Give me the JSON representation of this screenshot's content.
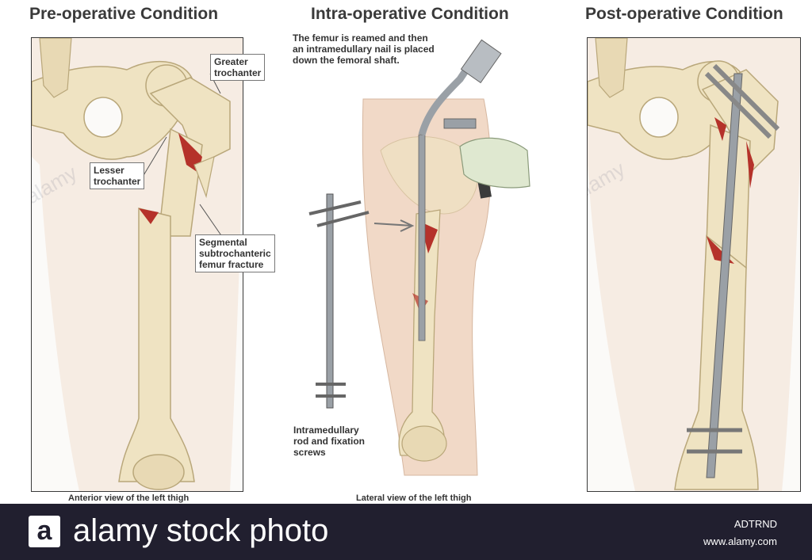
{
  "titles": {
    "pre": "Pre-operative Condition",
    "intra": "Intra-operative Condition",
    "post": "Post-operative Condition"
  },
  "labels": {
    "greater_trochanter_1": "Greater",
    "greater_trochanter_2": "trochanter",
    "lesser_trochanter_1": "Lesser",
    "lesser_trochanter_2": "trochanter",
    "fracture_1": "Segmental",
    "fracture_2": "subtrochanteric",
    "fracture_3": "femur fracture",
    "intra_desc_1": "The femur is reamed and then",
    "intra_desc_2": "an intramedullary nail is placed",
    "intra_desc_3": "down the femoral shaft.",
    "rod_1": "Intramedullary",
    "rod_2": "rod and fixation",
    "rod_3": "screws"
  },
  "captions": {
    "anterior": "Anterior view of the left thigh",
    "lateral": "Lateral view of the left thigh"
  },
  "footer": {
    "logo_letter": "a",
    "brand": "alamy stock photo",
    "image_code": "ADTRND",
    "url": "www.alamy.com"
  },
  "watermark": "alamy",
  "colors": {
    "bone": "#efe3c2",
    "bone_edge": "#b9a77a",
    "fracture": "#b5322a",
    "skin": "#f1d9c7",
    "metal": "#9aa0a6",
    "footer_bg": "#211f2f"
  }
}
